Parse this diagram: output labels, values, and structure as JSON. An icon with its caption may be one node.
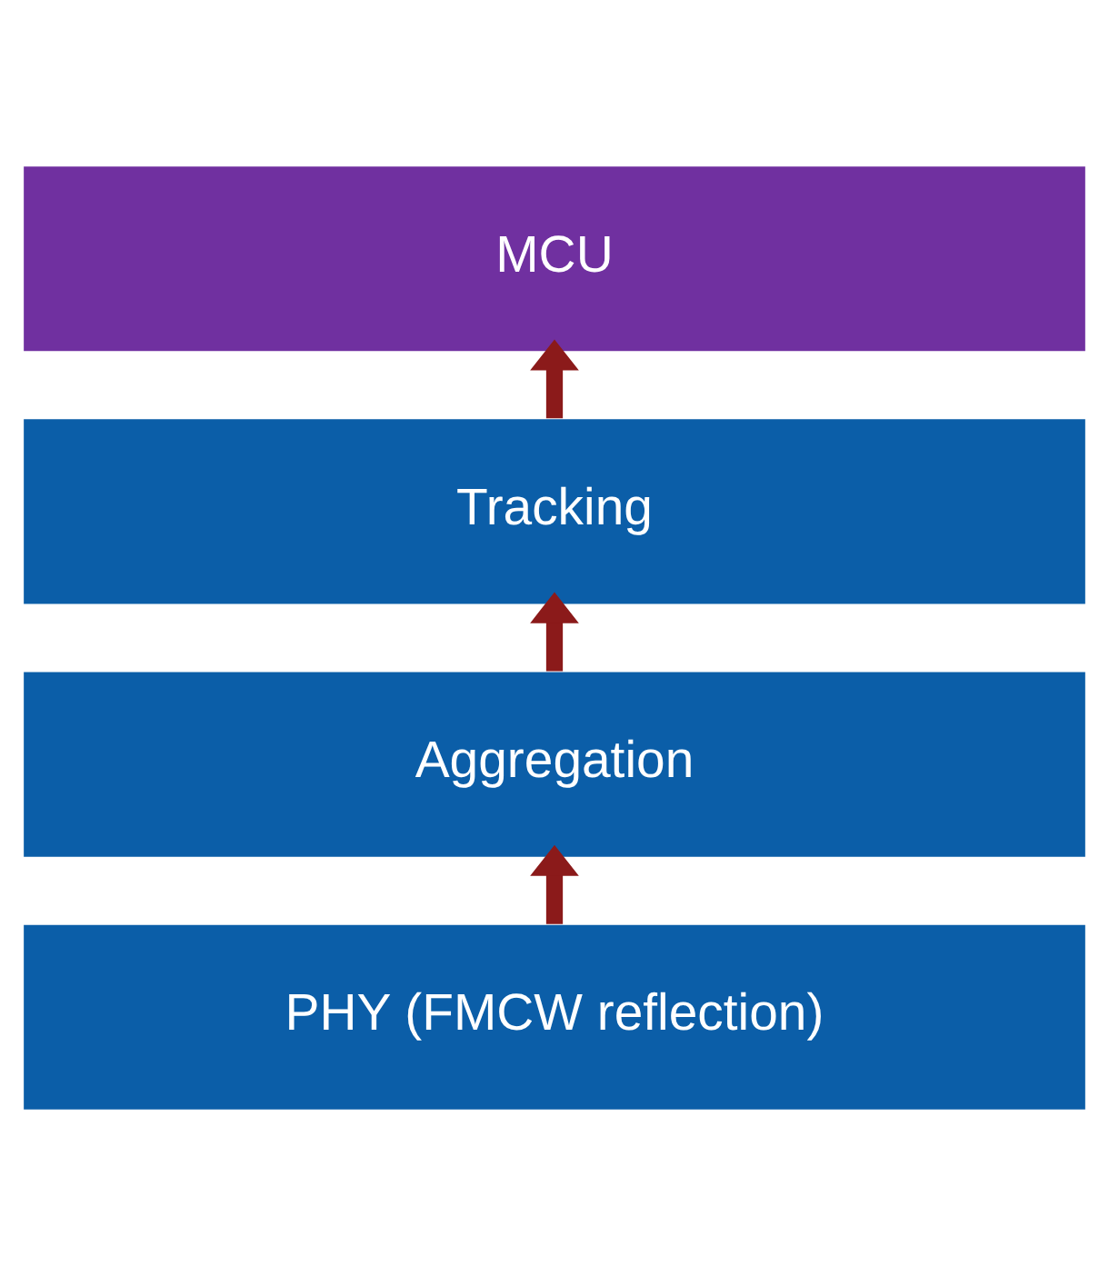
{
  "diagram": {
    "nodes": [
      {
        "text": [
          "MCU"
        ]
      },
      {
        "text": [
          "Tracking"
        ]
      },
      {
        "text": [
          "Aggregation"
        ]
      },
      {
        "text": [
          "PHY (FMCW reflection)"
        ]
      }
    ],
    "edges": [
      {
        "from": 3,
        "to": 2,
        "arrow": "to"
      },
      {
        "from": 2,
        "to": 1,
        "arrow": "to"
      },
      {
        "from": 1,
        "to": 0,
        "arrow": "to"
      }
    ]
  }
}
